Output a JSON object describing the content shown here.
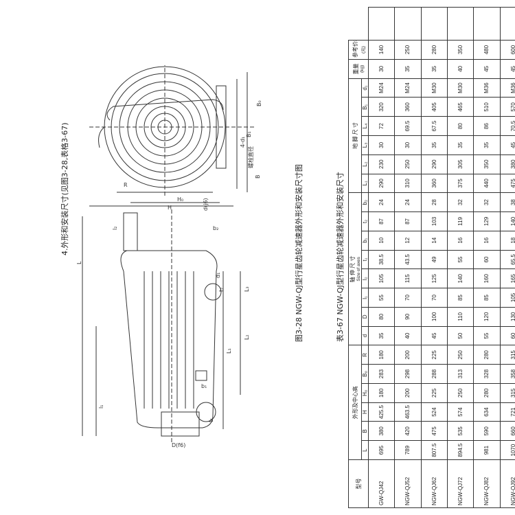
{
  "section_heading": "4.外形和安装尺寸(见图3-28,表格3-67)",
  "figure_caption": "图3-28  NGW-QJ型行星齿轮减速器外形和安装尺寸图",
  "table_caption": "表3-67  NGW-QJ型行星齿轮减速器外形和安装尺寸",
  "drawing_labels": {
    "L": "L",
    "L1": "L₁",
    "L2": "L₂",
    "L3": "L₃",
    "l1": "l₁",
    "l2": "l₂",
    "d1": "d₁",
    "H": "H",
    "H0": "H₀",
    "B": "B",
    "B0": "B₀",
    "B1": "B₁",
    "R": "R",
    "bolt": "螺栓直径",
    "holes": "4-d₁",
    "D_f6": "D(f6)",
    "d_j6": "d(j6)",
    "b1": "b₁",
    "b2": "b₂",
    "t1": "t₁",
    "t2": "t₂"
  },
  "table": {
    "model_header": "型号",
    "group_outline": "外形及中心高",
    "group_shaft": "轴  伸  尺  寸",
    "group_shaft_sub": "Size of axes",
    "group_foot": "地  脚  尺  寸",
    "weight_header": "重量",
    "weight_unit": "(kg)",
    "price_header": "参考价格",
    "price_unit": "(元)",
    "columns_outline": [
      "L",
      "B",
      "H",
      "H₀",
      "B₀",
      "R"
    ],
    "columns_shaft": [
      "d",
      "D",
      "l₁",
      "l₂",
      "t₁",
      "b₁",
      "t₂",
      "b₂"
    ],
    "columns_foot": [
      "L₁",
      "L₂",
      "L₃",
      "L₄",
      "B₁",
      "d₁"
    ],
    "rows": [
      {
        "model": "GW-QJ42",
        "v": [
          "695",
          "380",
          "425.5",
          "180",
          "283",
          "180",
          "35",
          "80",
          "55",
          "105",
          "38.5",
          "10",
          "87",
          "24",
          "290",
          "230",
          "30",
          "72",
          "320",
          "M24",
          "30",
          "140"
        ]
      },
      {
        "model": "NGW-QJ52",
        "v": [
          "789",
          "420",
          "463.5",
          "200",
          "298",
          "200",
          "40",
          "90",
          "70",
          "115",
          "43.5",
          "12",
          "87",
          "24",
          "310",
          "250",
          "30",
          "69.5",
          "360",
          "M24",
          "35",
          "250"
        ]
      },
      {
        "model": "NGW-QJ62",
        "v": [
          "807.5",
          "475",
          "524",
          "225",
          "288",
          "225",
          "45",
          "100",
          "70",
          "125",
          "49",
          "14",
          "103",
          "28",
          "360",
          "290",
          "35",
          "67.5",
          "405",
          "M30",
          "35",
          "280"
        ]
      },
      {
        "model": "NGW-QJ72",
        "v": [
          "894.5",
          "535",
          "574",
          "250",
          "313",
          "250",
          "50",
          "110",
          "85",
          "140",
          "55",
          "16",
          "119",
          "32",
          "375",
          "305",
          "35",
          "80",
          "465",
          "M30",
          "40",
          "350"
        ]
      },
      {
        "model": "NGW-QJ82",
        "v": [
          "981",
          "590",
          "634",
          "280",
          "328",
          "280",
          "55",
          "120",
          "85",
          "160",
          "60",
          "16",
          "129",
          "32",
          "440",
          "350",
          "35",
          "86",
          "510",
          "M36",
          "45",
          "480"
        ]
      },
      {
        "model": "NGW-QJ92",
        "v": [
          "1070",
          "660",
          "721",
          "315",
          "358",
          "315",
          "60",
          "130",
          "105",
          "165",
          "65.5",
          "18",
          "140",
          "38",
          "475",
          "380",
          "45",
          "70.5",
          "570",
          "M36",
          "45",
          "600"
        ]
      }
    ]
  }
}
